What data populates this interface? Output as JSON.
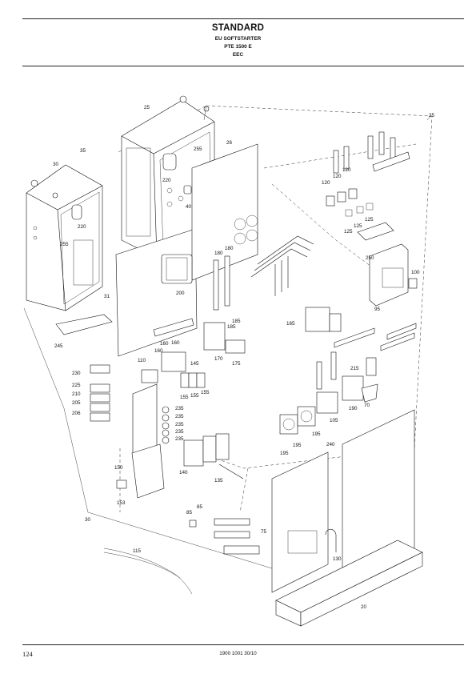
{
  "header": {
    "title": "STANDARD",
    "lines": [
      "EU SOFTSTARTER",
      "PTE 1500 E",
      "EEC"
    ]
  },
  "footer": {
    "page_number": "124",
    "doc_number": "1900 1001 30/10"
  },
  "part_labels": [
    "25",
    "25",
    "35",
    "30",
    "255",
    "220",
    "40",
    "255",
    "220",
    "26",
    "200",
    "31",
    "180",
    "180",
    "185",
    "185",
    "245",
    "160",
    "160",
    "160",
    "110",
    "145",
    "170",
    "175",
    "230",
    "225",
    "210",
    "205",
    "206",
    "155",
    "155",
    "155",
    "235",
    "235",
    "235",
    "235",
    "235",
    "150",
    "153",
    "140",
    "135",
    "85",
    "85",
    "75",
    "30",
    "115",
    "130",
    "20",
    "120",
    "120",
    "120",
    "125",
    "125",
    "125",
    "250",
    "100",
    "95",
    "165",
    "215",
    "190",
    "70",
    "105",
    "195",
    "195",
    "195",
    "240"
  ]
}
